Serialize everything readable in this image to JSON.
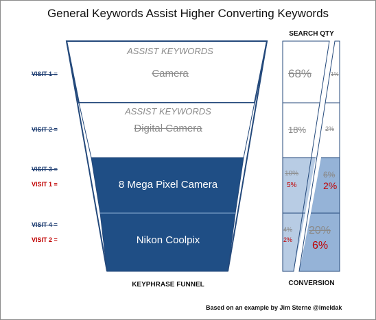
{
  "title": "General Keywords Assist Higher Converting Keywords",
  "funnel": {
    "label": "KEYPHRASE FUNNEL",
    "segments": [
      {
        "heading": "ASSIST KEYWORDS",
        "keyword": "Camera"
      },
      {
        "heading": "ASSIST KEYWORDS",
        "keyword": "Digital Camera"
      },
      {
        "heading": "",
        "keyword": "8 Mega Pixel Camera"
      },
      {
        "heading": "",
        "keyword": "Nikon Coolpix"
      }
    ]
  },
  "visits": {
    "v1_old": "VISIT 1 =",
    "v2_old": "VISIT 2 =",
    "v3_old": "VISIT 3 =",
    "v1_new": "VISIT 1 =",
    "v4_old": "VISIT 4 =",
    "v2_new": "VISIT 2 ="
  },
  "search_qty": {
    "label": "SEARCH QTY",
    "rows": [
      {
        "old": "68%",
        "new": ""
      },
      {
        "old": "18%",
        "new": ""
      },
      {
        "old": "10%",
        "new": "5%"
      },
      {
        "old": "4%",
        "new": "2%"
      }
    ]
  },
  "conversion": {
    "label": "CONVERSION",
    "rows": [
      {
        "old": "1%",
        "new": ""
      },
      {
        "old": "2%",
        "new": ""
      },
      {
        "old": "6%",
        "new": "2%"
      },
      {
        "old": "20%",
        "new": "6%"
      }
    ]
  },
  "credit": "Based on an example by Jim Sterne   @imeldak",
  "colors": {
    "funnel_dark": "#1f4e85",
    "funnel_border": "#24497b",
    "panel_light": "#b8cce4",
    "panel_mid": "#95b3d7",
    "strike_blue": "#1f3e72",
    "accent_red": "#c00000"
  }
}
